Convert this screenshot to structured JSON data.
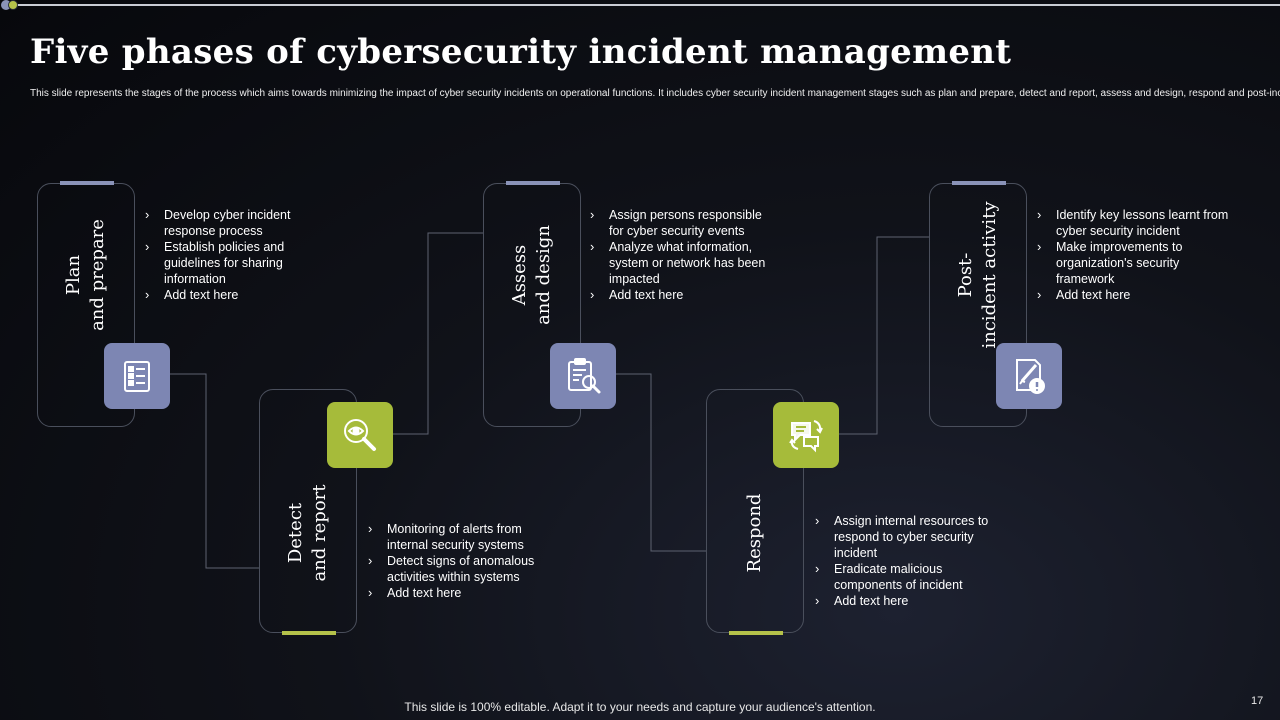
{
  "slide": {
    "title": "Five phases of cybersecurity incident management",
    "subtitle": "This slide represents the stages of the process which aims towards minimizing the impact of cyber security incidents on operational functions. It includes cyber security incident management stages such as plan and prepare, detect and report, assess and design, respond and post-incident activity.",
    "footer": "This slide is 100% editable. Adapt it to your needs and capture your audience's attention.",
    "page_number": "17"
  },
  "colors": {
    "accent_blue": "#7d86b3",
    "accent_green": "#a6bb3a",
    "card_border": "#4a4f5c",
    "connector": "#5d6270",
    "background": "#0b0d12"
  },
  "phases": [
    {
      "label_lines": [
        "Plan",
        "and prepare"
      ],
      "icon": "checklist-icon",
      "bullets": [
        "Develop  cyber incident response process",
        "Establish policies and guidelines for sharing information",
        "Add text here"
      ]
    },
    {
      "label_lines": [
        "Detect",
        "and report"
      ],
      "icon": "magnifier-eye-icon",
      "bullets": [
        "Monitoring of alerts from internal security systems",
        "Detect signs of anomalous activities within systems",
        "Add text here"
      ]
    },
    {
      "label_lines": [
        "Assess",
        "and design"
      ],
      "icon": "clipboard-search-icon",
      "bullets": [
        "Assign persons responsible for cyber security events",
        "Analyze what information, system or network has been impacted",
        "Add text here"
      ]
    },
    {
      "label_lines": [
        "Respond"
      ],
      "icon": "chat-exchange-icon",
      "bullets": [
        "Assign internal resources to respond to cyber security incident",
        "Eradicate malicious components of incident",
        "Add text here"
      ]
    },
    {
      "label_lines": [
        "Post-",
        "incident activity"
      ],
      "icon": "document-alert-icon",
      "bullets": [
        "Identify key lessons learnt from cyber security incident",
        "Make improvements  to organization's security framework",
        "Add text here"
      ]
    }
  ]
}
